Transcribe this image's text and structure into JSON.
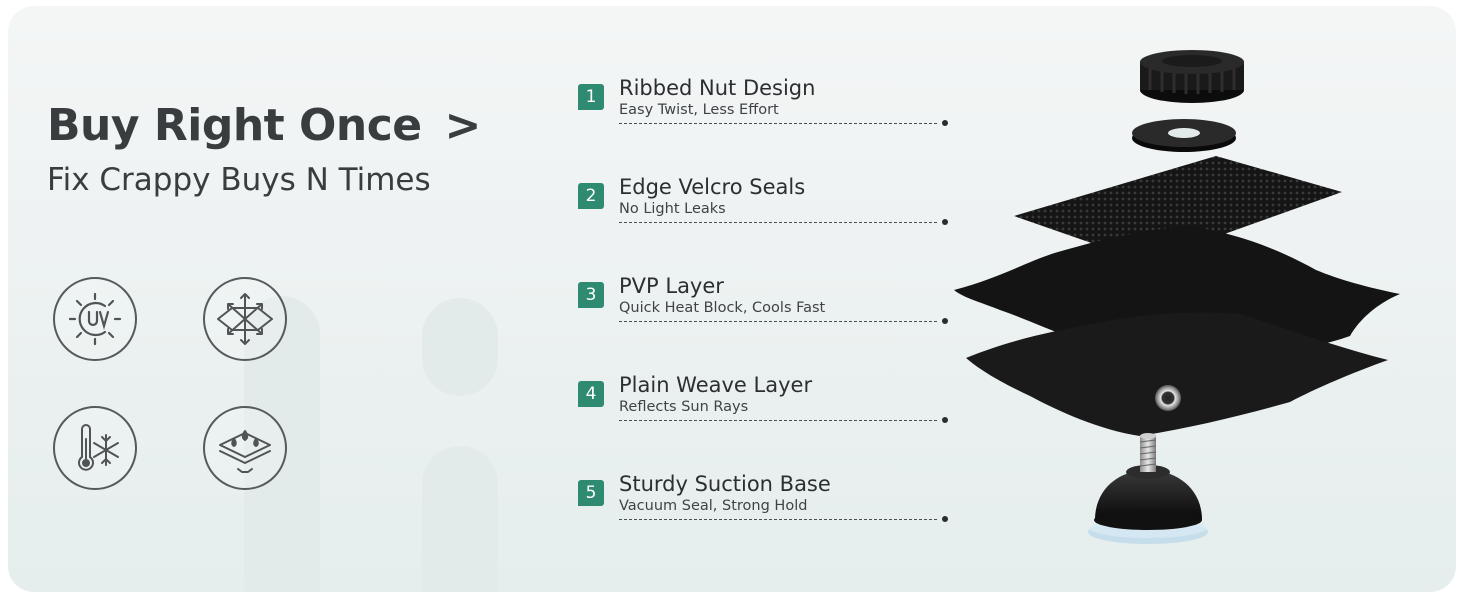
{
  "headline": {
    "title": "Buy Right Once",
    "arrow": ">",
    "subtitle": "Fix Crappy Buys N Times"
  },
  "icons": [
    {
      "name": "uv-protection-icon"
    },
    {
      "name": "breathable-airflow-icon"
    },
    {
      "name": "temperature-cooling-icon"
    },
    {
      "name": "waterproof-layers-icon"
    }
  ],
  "features": [
    {
      "num": "1",
      "title": "Ribbed Nut Design",
      "sub": "Easy Twist, Less Effort"
    },
    {
      "num": "2",
      "title": "Edge Velcro Seals",
      "sub": "No Light Leaks"
    },
    {
      "num": "3",
      "title": "PVP Layer",
      "sub": "Quick Heat Block, Cools Fast"
    },
    {
      "num": "4",
      "title": "Plain Weave Layer",
      "sub": "Reflects Sun Rays"
    },
    {
      "num": "5",
      "title": "Sturdy Suction Base",
      "sub": "Vacuum Seal, Strong Hold"
    }
  ],
  "colors": {
    "accent": "#2f8a72",
    "text": "#3a3d3f",
    "background": "#eef2f2"
  }
}
